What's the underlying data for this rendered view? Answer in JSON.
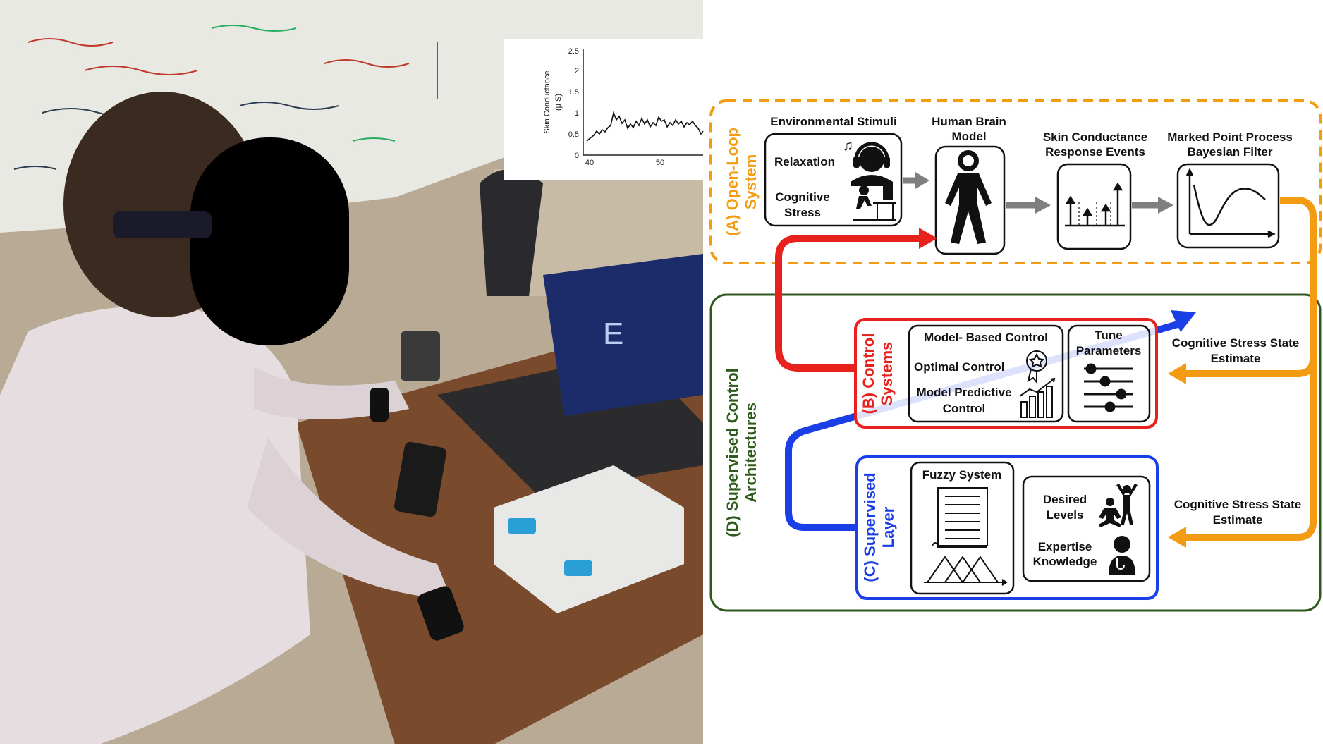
{
  "photo": {
    "laptop_screen_letter": "E",
    "inset_plot": {
      "ylabel": "Skin Conductance",
      "ylabel_unit": "(μ S)",
      "y_ticks": [
        "0",
        "0.5",
        "1",
        "1.5",
        "2",
        "2.5"
      ],
      "x_ticks": [
        "40",
        "50"
      ]
    }
  },
  "diagram": {
    "open_loop": {
      "label_line1": "(A) Open-Loop",
      "label_line2": "System",
      "env_stimuli_title": "Environmental Stimuli",
      "relaxation": "Relaxation",
      "cognitive_line1": "Cognitive",
      "cognitive_line2": "Stress",
      "brain_title_line1": "Human Brain",
      "brain_title_line2": "Model",
      "scr_title_line1": "Skin Conductance",
      "scr_title_line2": "Response Events",
      "mpp_title_line1": "Marked Point Process",
      "mpp_title_line2": "Bayesian Filter"
    },
    "supervised_arch": {
      "label_line1": "(D) Supervised Control",
      "label_line2": "Architectures"
    },
    "control": {
      "label_line1": "(B) Control",
      "label_line2": "Systems",
      "model_based": "Model- Based Control",
      "optimal": "Optimal Control",
      "mpc_line1": "Model Predictive",
      "mpc_line2": "Control",
      "tune_line1": "Tune",
      "tune_line2": "Parameters",
      "estimate_line1": "Cognitive Stress State",
      "estimate_line2": "Estimate"
    },
    "supervised": {
      "label_line1": "(C) Supervised",
      "label_line2": "Layer",
      "fuzzy": "Fuzzy System",
      "desired_line1": "Desired",
      "desired_line2": "Levels",
      "expertise_line1": "Expertise",
      "expertise_line2": "Knowledge",
      "estimate_line1": "Cognitive Stress State",
      "estimate_line2": "Estimate"
    }
  },
  "colors": {
    "open_loop": "#f39c12",
    "supervised_arch": "#2e5a1c",
    "control": "#e8211d",
    "supervised": "#1a3fe6",
    "arrow_gray": "#7f7f7f"
  }
}
